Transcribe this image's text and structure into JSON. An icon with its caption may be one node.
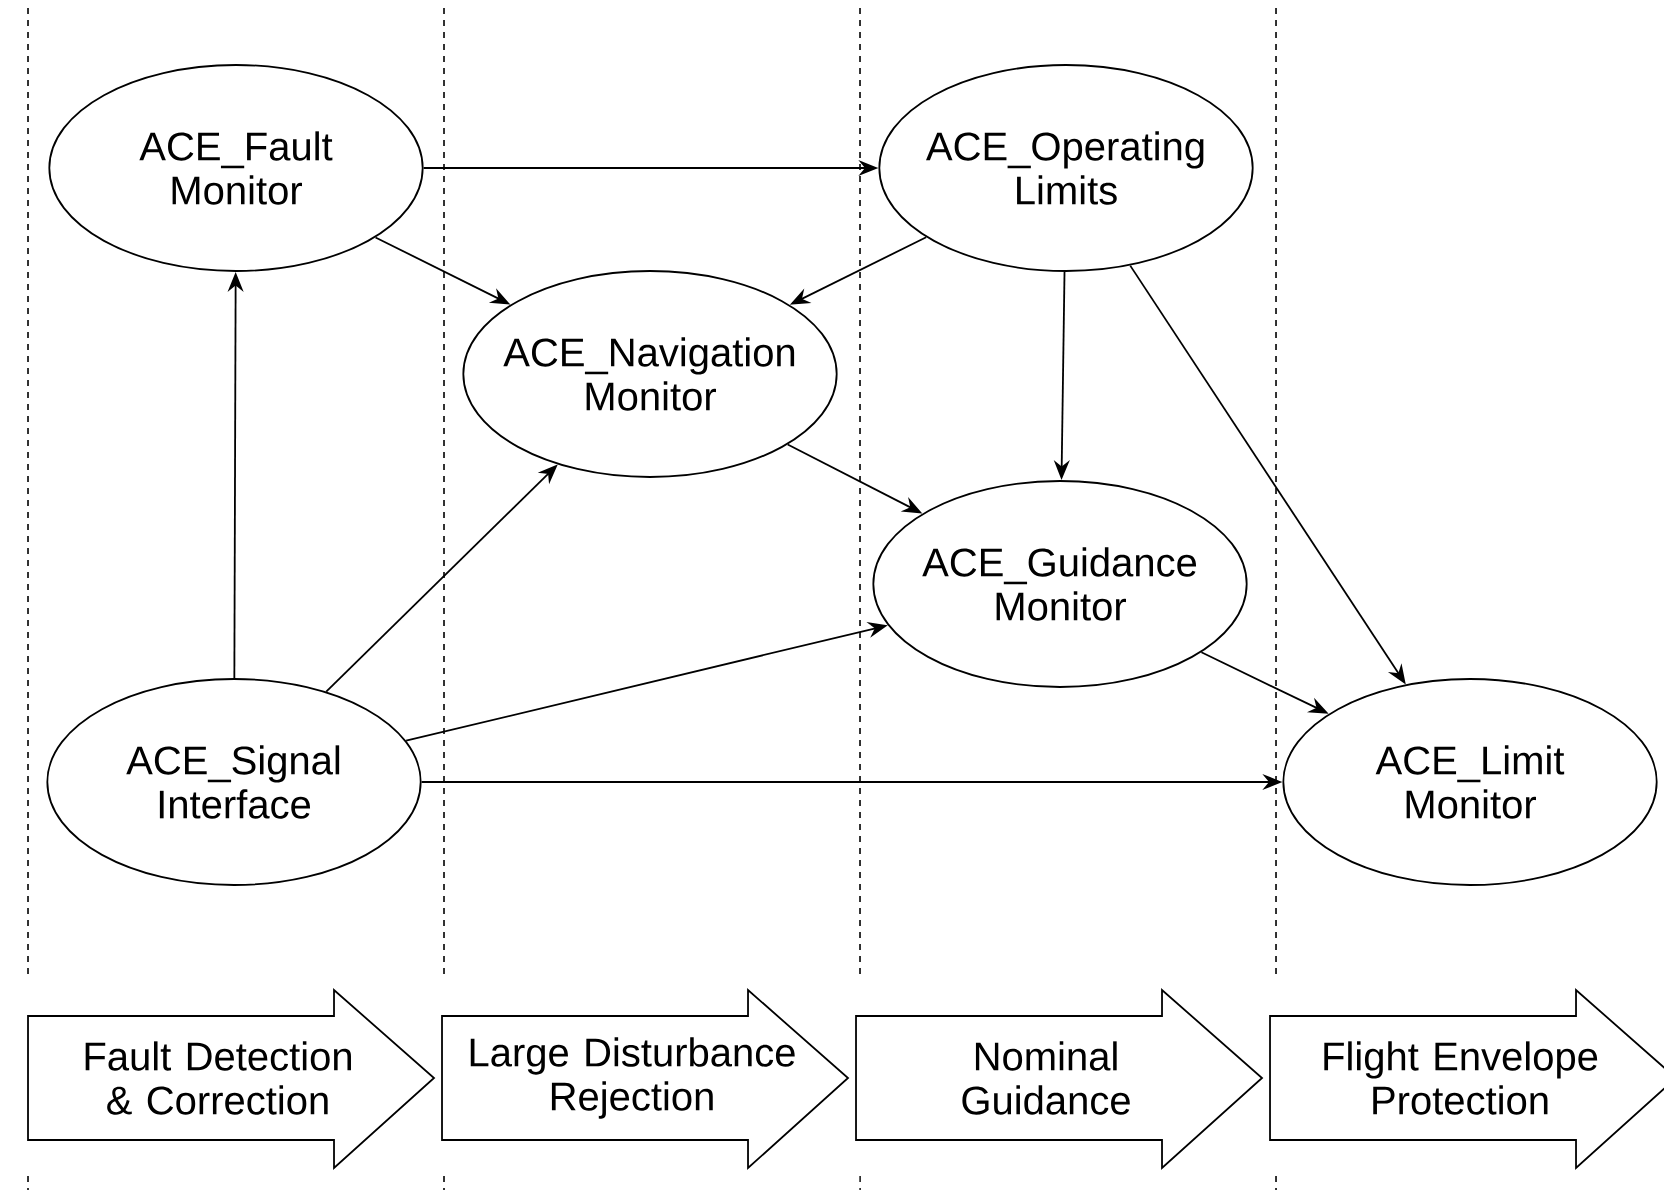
{
  "diagram": {
    "nodes": [
      {
        "text": [
          "ACE_Fault Monitor"
        ]
      },
      {
        "text": [
          "ACE_Operating Limits"
        ]
      },
      {
        "text": [
          "ACE_Navigation Monitor"
        ]
      },
      {
        "text": [
          "ACE_Guidance Monitor"
        ]
      },
      {
        "text": [
          "ACE_Signal Interface"
        ]
      },
      {
        "text": [
          "ACE_Limit Monitor"
        ]
      },
      {
        "text": [
          "Fault Detection & Correction"
        ]
      },
      {
        "text": [
          "Large Disturbance Rejection"
        ]
      },
      {
        "text": [
          "Nominal Guidance"
        ]
      },
      {
        "text": [
          "Flight Envelope Protection"
        ]
      }
    ],
    "edges": [
      {
        "from": 0,
        "to": 1,
        "arrow": "to"
      },
      {
        "from": 0,
        "to": 2,
        "arrow": "to"
      },
      {
        "from": 1,
        "to": 2,
        "arrow": "to"
      },
      {
        "from": 1,
        "to": 3,
        "arrow": "to"
      },
      {
        "from": 1,
        "to": 5,
        "arrow": "to"
      },
      {
        "from": 2,
        "to": 3,
        "arrow": "to"
      },
      {
        "from": 4,
        "to": 0,
        "arrow": "to"
      },
      {
        "from": 4,
        "to": 2,
        "arrow": "to"
      },
      {
        "from": 4,
        "to": 3,
        "arrow": "to"
      },
      {
        "from": 4,
        "to": 5,
        "arrow": "to"
      },
      {
        "from": 3,
        "to": 5,
        "arrow": "to"
      }
    ]
  }
}
